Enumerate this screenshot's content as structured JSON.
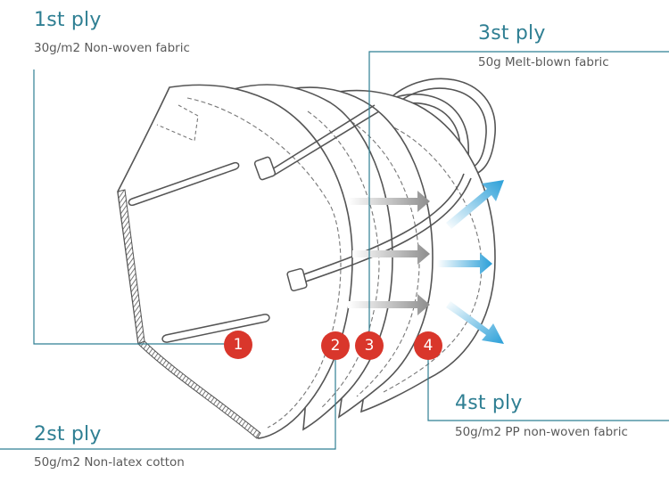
{
  "plies": [
    {
      "number": "1",
      "title": "1st ply",
      "description": "30g/m2 Non-woven fabric"
    },
    {
      "number": "2",
      "title": "2st ply",
      "description": "50g/m2 Non-latex cotton"
    },
    {
      "number": "3",
      "title": "3st ply",
      "description": "50g Melt-blown fabric"
    },
    {
      "number": "4",
      "title": "4st ply",
      "description": "50g/m2 PP non-woven fabric"
    }
  ],
  "colors": {
    "title_text": "#2f7f93",
    "leader_line": "#2f7f93",
    "badge": "#d9362b",
    "outline": "#555555",
    "airflow_gray": "#9a9a9a",
    "airflow_blue": "#2a9fd8"
  }
}
